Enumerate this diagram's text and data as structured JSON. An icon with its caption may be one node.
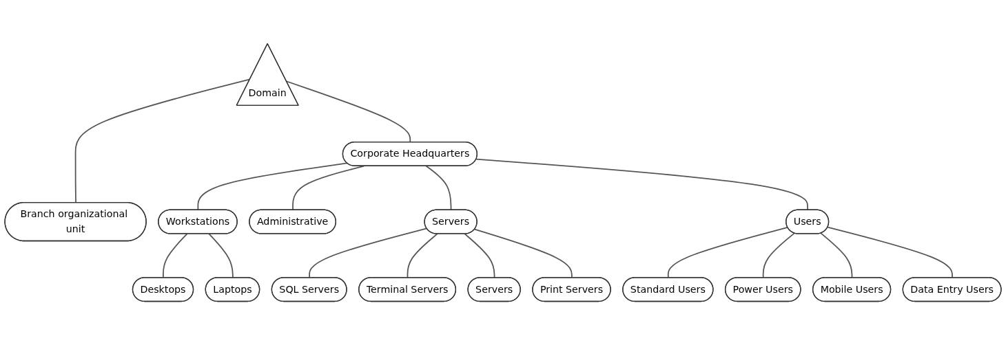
{
  "diagram": {
    "nodes": [
      {
        "text": [
          "Domain"
        ]
      },
      {
        "text": [
          "Corporate Headquarters"
        ]
      },
      {
        "text": [
          "Branch organizational unit"
        ]
      },
      {
        "text": [
          "Workstations"
        ]
      },
      {
        "text": [
          "Administrative"
        ]
      },
      {
        "text": [
          "Servers"
        ]
      },
      {
        "text": [
          "Users"
        ]
      },
      {
        "text": [
          "Desktops"
        ]
      },
      {
        "text": [
          "Laptops"
        ]
      },
      {
        "text": [
          "SQL Servers"
        ]
      },
      {
        "text": [
          "Terminal Servers"
        ]
      },
      {
        "text": [
          "Servers"
        ]
      },
      {
        "text": [
          "Print Servers"
        ]
      },
      {
        "text": [
          "Standard Users"
        ]
      },
      {
        "text": [
          "Power Users"
        ]
      },
      {
        "text": [
          "Mobile Users"
        ]
      },
      {
        "text": [
          "Data Entry Users"
        ]
      }
    ],
    "edges": [
      {
        "from": 0,
        "to": 1,
        "arrow": "none"
      },
      {
        "from": 0,
        "to": 2,
        "arrow": "none"
      },
      {
        "from": 1,
        "to": 3,
        "arrow": "none"
      },
      {
        "from": 1,
        "to": 4,
        "arrow": "none"
      },
      {
        "from": 1,
        "to": 5,
        "arrow": "none"
      },
      {
        "from": 1,
        "to": 6,
        "arrow": "none"
      },
      {
        "from": 3,
        "to": 7,
        "arrow": "none"
      },
      {
        "from": 3,
        "to": 8,
        "arrow": "none"
      },
      {
        "from": 5,
        "to": 9,
        "arrow": "none"
      },
      {
        "from": 5,
        "to": 10,
        "arrow": "none"
      },
      {
        "from": 5,
        "to": 11,
        "arrow": "none"
      },
      {
        "from": 5,
        "to": 12,
        "arrow": "none"
      },
      {
        "from": 6,
        "to": 13,
        "arrow": "none"
      },
      {
        "from": 6,
        "to": 14,
        "arrow": "none"
      },
      {
        "from": 6,
        "to": 15,
        "arrow": "none"
      },
      {
        "from": 6,
        "to": 16,
        "arrow": "none"
      }
    ]
  }
}
